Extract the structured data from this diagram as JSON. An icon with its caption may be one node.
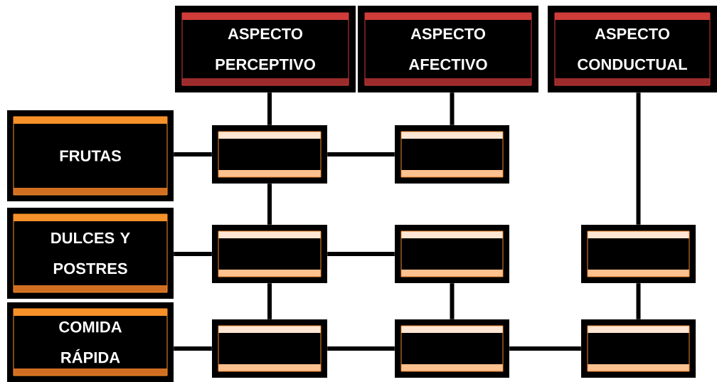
{
  "diagram": {
    "nodes": [
      {
        "text": [
          "ASPECTO PERCEPTIVO"
        ]
      },
      {
        "text": [
          "ASPECTO AFECTIVO"
        ]
      },
      {
        "text": [
          "ASPECTO CONDUCTUAL"
        ]
      },
      {
        "text": [
          "FRUTAS"
        ]
      },
      {
        "text": [],
        "shape": "box"
      },
      {
        "text": [],
        "shape": "box"
      },
      {
        "text": [
          "DULCES Y POSTRES"
        ]
      },
      {
        "text": [],
        "shape": "box"
      },
      {
        "text": [],
        "shape": "box"
      },
      {
        "text": [],
        "shape": "box"
      },
      {
        "text": [
          "COMIDA RÁPIDA"
        ]
      },
      {
        "text": [],
        "shape": "box"
      },
      {
        "text": [],
        "shape": "box"
      },
      {
        "text": [],
        "shape": "box"
      }
    ],
    "edges": [
      {
        "from": 0,
        "to": 4,
        "arrow": "none"
      },
      {
        "from": 1,
        "to": 5,
        "arrow": "none"
      },
      {
        "from": 2,
        "to": 9,
        "arrow": "none"
      },
      {
        "from": 3,
        "to": 4,
        "arrow": "none"
      },
      {
        "from": 4,
        "to": 5,
        "arrow": "none"
      },
      {
        "from": 4,
        "to": 7,
        "arrow": "none"
      },
      {
        "from": 6,
        "to": 7,
        "arrow": "none"
      },
      {
        "from": 7,
        "to": 8,
        "arrow": "none"
      },
      {
        "from": 7,
        "to": 11,
        "arrow": "none"
      },
      {
        "from": 8,
        "to": 12,
        "arrow": "none"
      },
      {
        "from": 9,
        "to": 13,
        "arrow": "none"
      },
      {
        "from": 10,
        "to": 11,
        "arrow": "none"
      },
      {
        "from": 11,
        "to": 12,
        "arrow": "none"
      },
      {
        "from": 12,
        "to": 13,
        "arrow": "none"
      }
    ]
  }
}
